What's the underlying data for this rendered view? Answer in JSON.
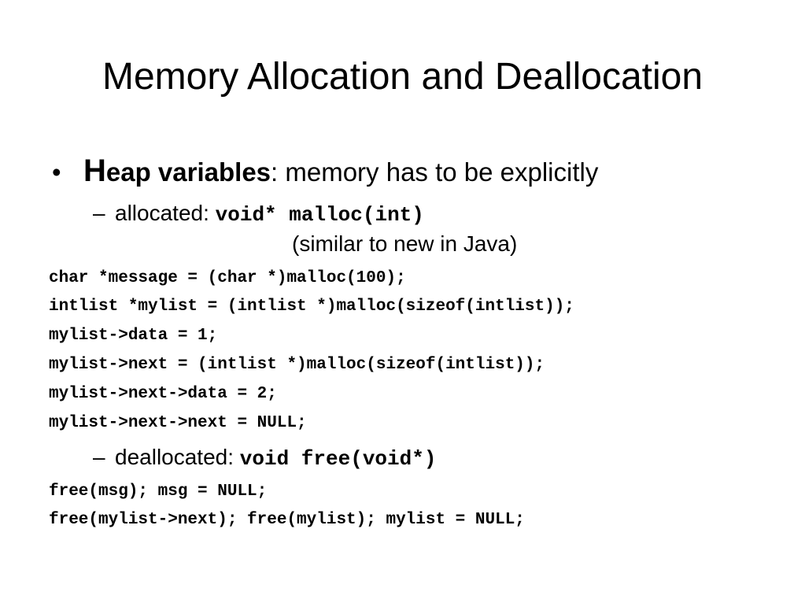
{
  "slide": {
    "title": "Memory Allocation and Deallocation",
    "bullet": {
      "marker": "•",
      "term_first_letter": "H",
      "term_rest": "eap variables",
      "text": ": memory has to be explicitly"
    },
    "allocated": {
      "dash": "–",
      "label": "allocated: ",
      "code": "void* malloc(int)",
      "note": "(similar to new in Java)"
    },
    "alloc_code_lines": [
      "char *message = (char *)malloc(100);",
      "intlist *mylist = (intlist *)malloc(sizeof(intlist));",
      "mylist->data = 1;",
      "mylist->next = (intlist *)malloc(sizeof(intlist));",
      "mylist->next->data = 2;",
      "mylist->next->next = NULL;"
    ],
    "deallocated": {
      "dash": "–",
      "label": "deallocated: ",
      "code": "void free(void*)"
    },
    "free_code_lines": [
      "free(msg); msg = NULL;",
      "free(mylist->next); free(mylist); mylist = NULL;"
    ]
  }
}
